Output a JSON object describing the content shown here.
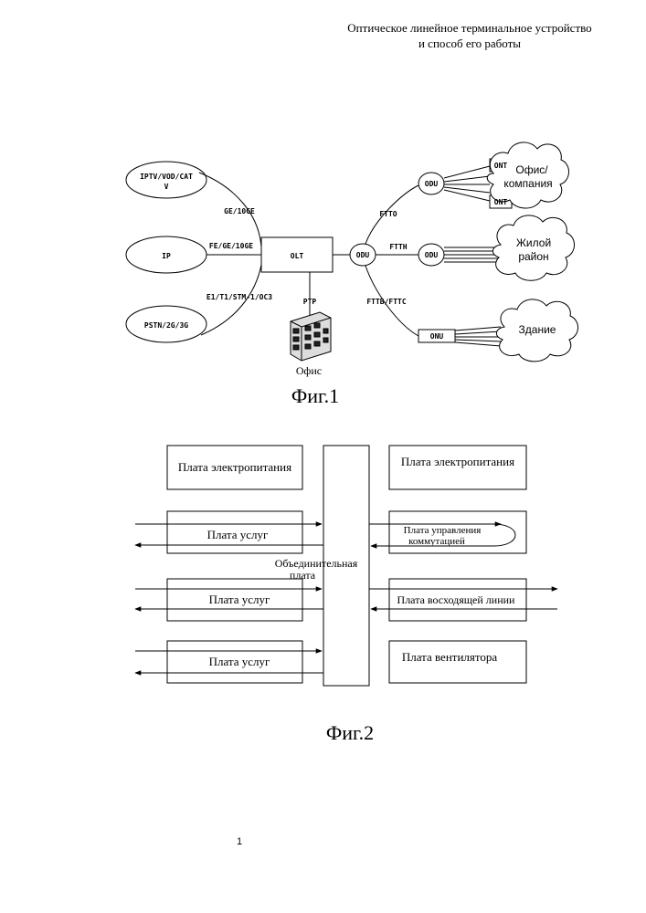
{
  "header": {
    "title_line1": "Оптическое линейное терминальное устройство",
    "title_line2": "и способ его работы"
  },
  "fig1": {
    "iptv_line1": "IPTV/VOD/CAT",
    "iptv_line2": "V",
    "ip": "IP",
    "pstn": "PSTN/2G/3G",
    "link_ge": "GE/10GE",
    "link_fe": "FE/GE/10GE",
    "link_e1": "E1/T1/STM-1/OC3",
    "olt": "OLT",
    "odu_center": "ODU",
    "ptp": "PTP",
    "office": "Офис",
    "ftto": "FTTO",
    "ftth": "FTTH",
    "fttb": "FTTB/FTTC",
    "odu_top": "ODU",
    "odu_mid": "ODU",
    "onu": "ONU",
    "ont_top": "ONT",
    "ont_bottom": "ONT",
    "cloud_office_line1": "Офис/",
    "cloud_office_line2": "компания",
    "cloud_res_line1": "Жилой",
    "cloud_res_line2": "район",
    "cloud_building": "Здание",
    "caption": "Фиг.1"
  },
  "fig2": {
    "power_left": "Плата электропитания",
    "power_right": "Плата электропитания",
    "service_1": "Плата услуг",
    "service_2": "Плата услуг",
    "service_3": "Плата услуг",
    "switch_line1": "Плата управления",
    "switch_line2": "коммутацией",
    "backplane_line1": "Объединительная",
    "backplane_line2": "плата",
    "uplink": "Плата восходящей линии",
    "fan": "Плата вентилятора",
    "caption": "Фиг.2"
  },
  "page_number": "1"
}
